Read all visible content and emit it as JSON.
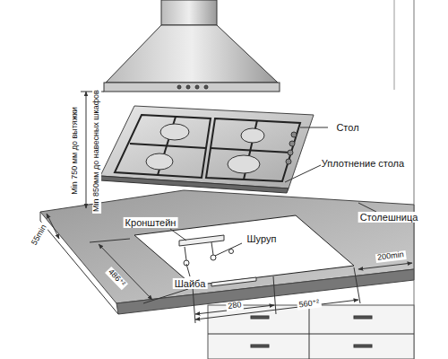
{
  "diagram": {
    "labels": [
      "Стол",
      "Уплотнение стола",
      "Столешница",
      "Кронштейн",
      "Шуруп",
      "Шайба",
      "Min 750 мм до вытяжки",
      "Min 850мм до навесных шкафов",
      "55min",
      "200min",
      "486⁺²",
      "560⁺²",
      "280"
    ]
  }
}
